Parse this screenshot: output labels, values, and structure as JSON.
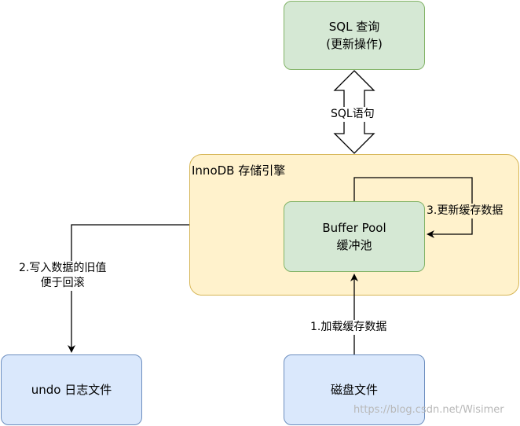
{
  "sql_query": {
    "line1": "SQL 查询",
    "line2": "(更新操作)"
  },
  "sql_statement_label": "SQL语句",
  "innodb": {
    "title": "InnoDB 存储引擎"
  },
  "buffer_pool": {
    "line1": "Buffer Pool",
    "line2": "缓冲池"
  },
  "update_cache_label": "3.更新缓存数据",
  "undo_log": {
    "label": "undo 日志文件"
  },
  "write_old_value_label": {
    "line1": "2.写入数据的旧值",
    "line2": "便于回滚"
  },
  "disk_file": {
    "label": "磁盘文件"
  },
  "load_cache_label": "1.加载缓存数据",
  "watermark": "https://blog.csdn.net/Wisimer",
  "colors": {
    "green_fill": "#d5e8d4",
    "green_stroke": "#82b366",
    "blue_fill": "#dae8fc",
    "blue_stroke": "#6c8ebf",
    "yellow_fill": "#fff2cc",
    "yellow_stroke": "#d6b656"
  }
}
